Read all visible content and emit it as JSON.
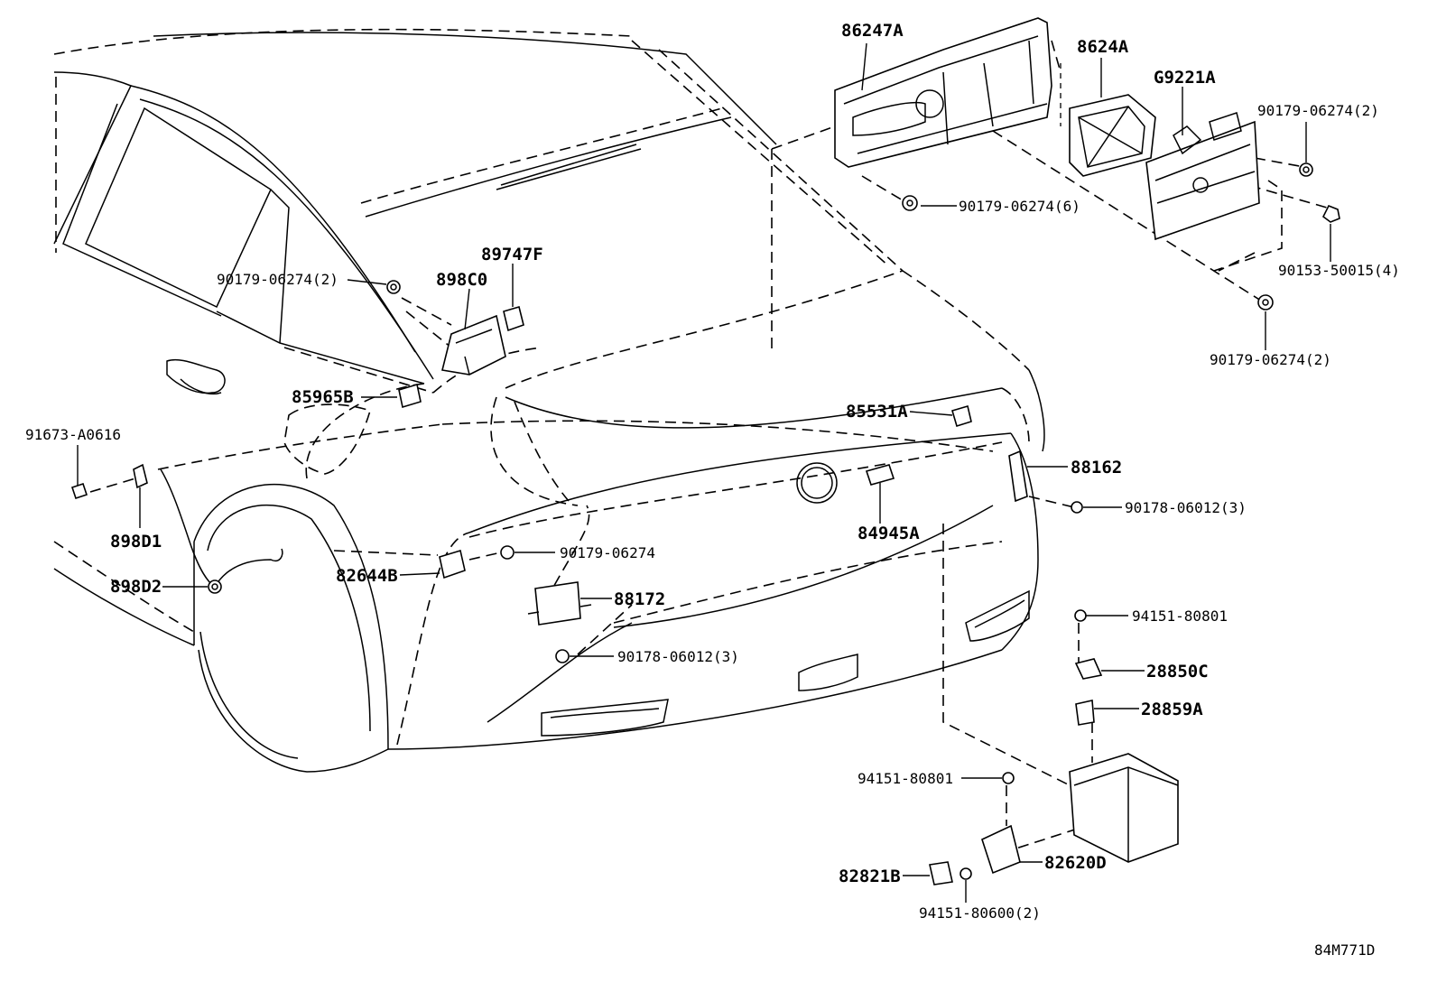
{
  "diagram": {
    "image_code": "84M771D",
    "parts": {
      "p86247A": "86247A",
      "p8624A": "8624A",
      "pG9221A": "G9221A",
      "p90179_06274_2a": "90179-06274(2)",
      "p90179_06274_6": "90179-06274(6)",
      "p90153_50015_4": "90153-50015(4)",
      "p90179_06274_2b": "90179-06274(2)",
      "p90179_06274_2c": "90179-06274(2)",
      "p898C0": "898C0",
      "p89747F": "89747F",
      "p85965B": "85965B",
      "p91673_A0616": "91673-A0616",
      "p898D1": "898D1",
      "p898D2": "898D2",
      "p82644B": "82644B",
      "p90179_06274": "90179-06274",
      "p88172": "88172",
      "p90178_06012_3a": "90178-06012(3)",
      "p85531A": "85531A",
      "p88162": "88162",
      "p84945A": "84945A",
      "p90178_06012_3b": "90178-06012(3)",
      "p94151_80801a": "94151-80801",
      "p28850C": "28850C",
      "p28859A": "28859A",
      "p94151_80801b": "94151-80801",
      "p82821B": "82821B",
      "p82620D": "82620D",
      "p94151_80600_2": "94151-80600(2)"
    }
  }
}
